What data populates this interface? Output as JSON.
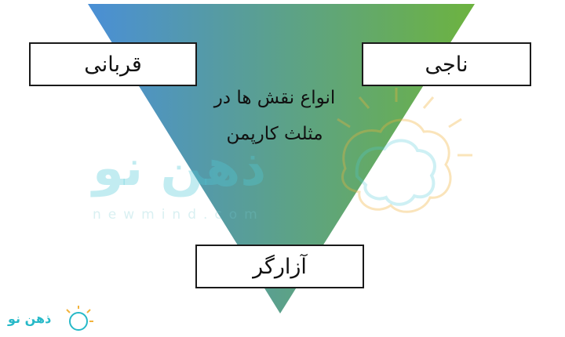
{
  "diagram": {
    "title_line1": "انواع نقش ها در",
    "title_line2": "مثلث کارپمن",
    "roles": {
      "top_left": "قربانی",
      "top_right": "ناجی",
      "bottom": "آزارگر"
    },
    "colors": {
      "triangle_left": "#4a8fd6",
      "triangle_right": "#6db33f",
      "box_border": "#1a1a1a",
      "watermark": "#50c8d7"
    }
  },
  "watermark": {
    "brand_ar": "ذهن نو",
    "brand_latin": "newmind.com"
  },
  "logo": {
    "text_ar": "ذهن نو"
  }
}
